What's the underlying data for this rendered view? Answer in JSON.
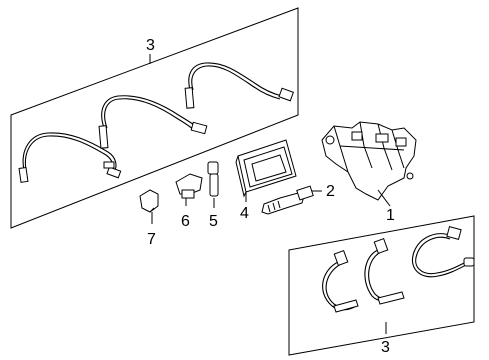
{
  "callouts": {
    "ignition_coil": "1",
    "spark_plug": "2",
    "upper_wire_set": "3",
    "lower_wire_set": "3",
    "control_module": "4",
    "sensor_5": "5",
    "sensor_6": "6",
    "sensor_7": "7"
  }
}
